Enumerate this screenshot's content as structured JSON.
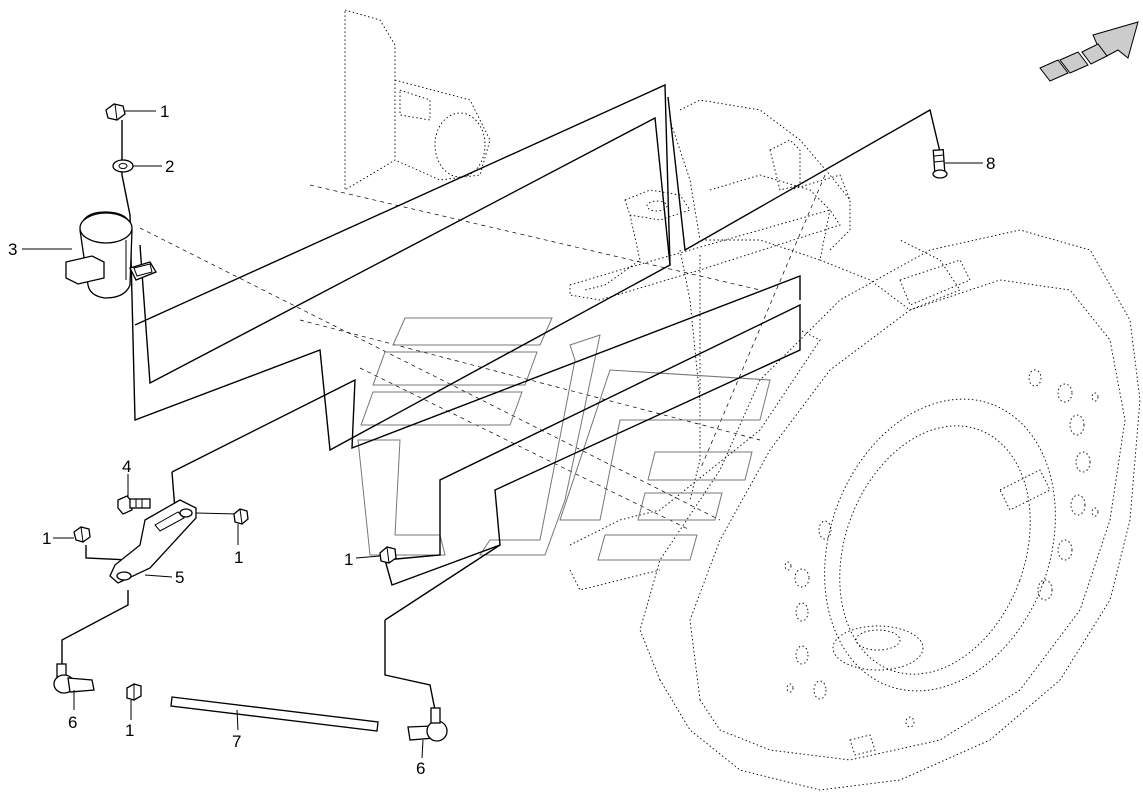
{
  "callouts": [
    {
      "id": "c1a",
      "text": "1"
    },
    {
      "id": "c2",
      "text": "2"
    },
    {
      "id": "c3",
      "text": "3"
    },
    {
      "id": "c8",
      "text": "8"
    },
    {
      "id": "c4",
      "text": "4"
    },
    {
      "id": "c1b",
      "text": "1"
    },
    {
      "id": "c1c",
      "text": "1"
    },
    {
      "id": "c5",
      "text": "5"
    },
    {
      "id": "c1d",
      "text": "1"
    },
    {
      "id": "c6a",
      "text": "6"
    },
    {
      "id": "c1e",
      "text": "1"
    },
    {
      "id": "c7",
      "text": "7"
    },
    {
      "id": "c6b",
      "text": "6"
    }
  ]
}
